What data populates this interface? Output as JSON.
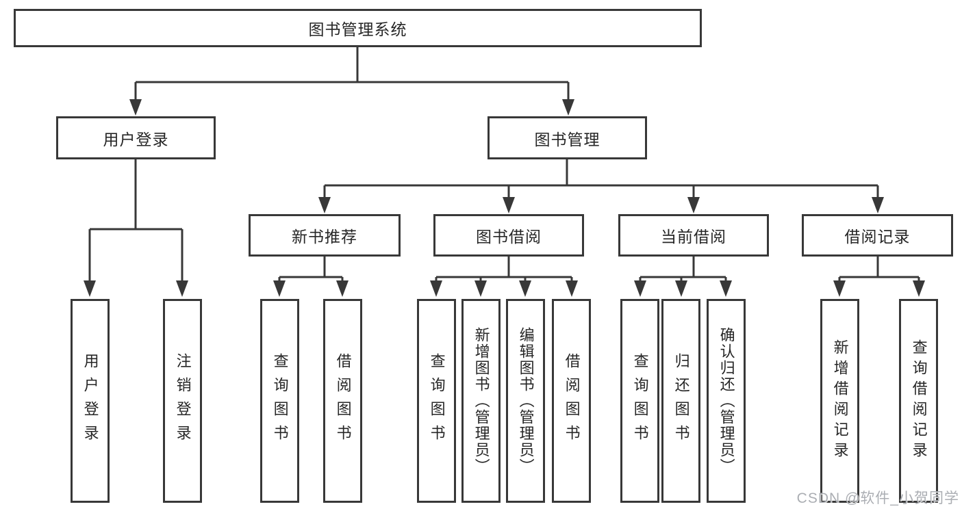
{
  "diagram": {
    "title": "图书管理系统",
    "type": "hierarchy",
    "colors": {
      "line": "#383838",
      "box_background": "#ffffff",
      "text": "#262626",
      "watermark": "#a6aaaf"
    },
    "nodes": {
      "root": {
        "label": "图书管理系统"
      },
      "user_login": {
        "label": "用户登录"
      },
      "book_mgmt": {
        "label": "图书管理"
      },
      "new_rec": {
        "label": "新书推荐"
      },
      "book_borrow": {
        "label": "图书借阅"
      },
      "current_borrow": {
        "label": "当前借阅"
      },
      "borrow_records": {
        "label": "借阅记录"
      },
      "leaf_user_login": {
        "label": "用户登录"
      },
      "leaf_logout": {
        "label": "注销登录"
      },
      "leaf_query_book_1": {
        "label": "查询图书"
      },
      "leaf_borrow_book_1": {
        "label": "借阅图书"
      },
      "leaf_query_book_2": {
        "label": "查询图书"
      },
      "leaf_add_book": {
        "label": "新增图书（管理员）"
      },
      "leaf_edit_book": {
        "label": "编辑图书（管理员）"
      },
      "leaf_borrow_book_2": {
        "label": "借阅图书"
      },
      "leaf_query_book_3": {
        "label": "查询图书"
      },
      "leaf_return_book": {
        "label": "归还图书"
      },
      "leaf_confirm_return": {
        "label": "确认归还（管理员）"
      },
      "leaf_add_record": {
        "label": "新增借阅记录"
      },
      "leaf_query_record": {
        "label": "查询借阅记录"
      }
    },
    "hierarchy": {
      "图书管理系统": {
        "用户登录": [
          "用户登录",
          "注销登录"
        ],
        "图书管理": {
          "新书推荐": [
            "查询图书",
            "借阅图书"
          ],
          "图书借阅": [
            "查询图书",
            "新增图书（管理员）",
            "编辑图书（管理员）",
            "借阅图书"
          ],
          "当前借阅": [
            "查询图书",
            "归还图书",
            "确认归还（管理员）"
          ],
          "借阅记录": [
            "新增借阅记录",
            "查询借阅记录"
          ]
        }
      }
    },
    "watermark": "CSDN @软件_小贺同学"
  }
}
